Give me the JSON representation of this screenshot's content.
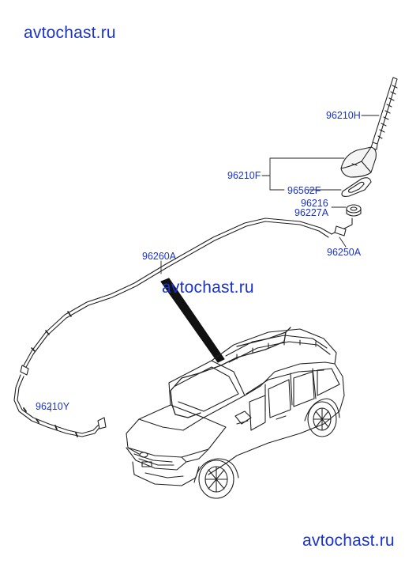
{
  "watermarks": {
    "top": "avtochast.ru",
    "middle": "avtochast.ru",
    "bottom": "avtochast.ru"
  },
  "parts": {
    "antenna_rod": "96210H",
    "antenna_assy": "96210F",
    "gasket": "96562F",
    "nut_top": "96216",
    "nut_bottom": "96227A",
    "feeder_cable": "96250A",
    "extension_cable": "96260A",
    "main_cable": "96210Y"
  },
  "colors": {
    "label": "#1a33c8",
    "line": "#222222"
  }
}
